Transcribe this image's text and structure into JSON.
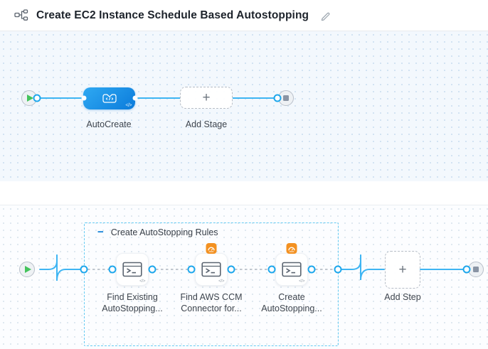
{
  "header": {
    "title": "Create EC2 Instance Schedule Based Autostopping"
  },
  "icons": {
    "plus_glyph": "+",
    "collapse_glyph": "−",
    "code_glyph": "</>",
    "pipeline_icon": "pipeline-graph-icon",
    "edit_icon": "edit-pencil-icon",
    "play_icon": "play-icon",
    "stop_icon": "stop-square-icon",
    "terminal_icon": "shell-script-terminal-icon",
    "ccm_badge_icon": "ccm-gauge-icon",
    "custom_stage_icon": "custom-stage-icon"
  },
  "colors": {
    "line_blue": "#3eb5f3",
    "port_blue": "#1ea7ec",
    "group_border_blue": "#66cbf2",
    "stage_gradient_start": "#2fa9f2",
    "stage_gradient_end": "#0b7bdb",
    "badge_orange": "#f39121",
    "play_green": "#44c35c",
    "stop_gray": "#8a94a4",
    "accent_blue": "#0278d5",
    "canvas_top_bg": "#f3f8fd",
    "canvas_bottom_bg": "#fcfdff"
  },
  "stage_canvas": {
    "stage_label": "AutoCreate",
    "add_stage_label": "Add Stage"
  },
  "execution_canvas": {
    "group_label": "Create AutoStopping Rules",
    "steps": [
      {
        "line1": "Find Existing",
        "line2": "AutoStopping..."
      },
      {
        "line1": "Find AWS CCM",
        "line2": "Connector for..."
      },
      {
        "line1": "Create",
        "line2": "AutoStopping..."
      }
    ],
    "add_step_label": "Add Step"
  }
}
